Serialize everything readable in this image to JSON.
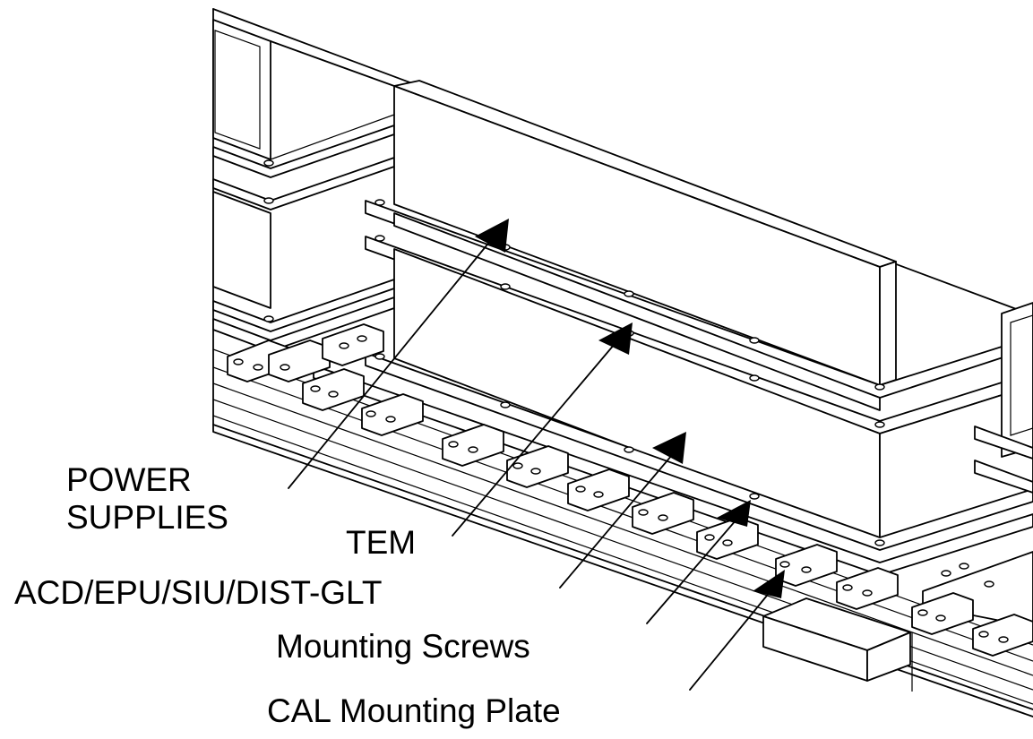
{
  "labels": {
    "power_supplies_line1": "POWER",
    "power_supplies_line2": "SUPPLIES",
    "tem": "TEM",
    "acd": "ACD/EPU/SIU/DIST-GLT",
    "mounting_screws": "Mounting Screws",
    "cal_plate": "CAL Mounting Plate"
  }
}
